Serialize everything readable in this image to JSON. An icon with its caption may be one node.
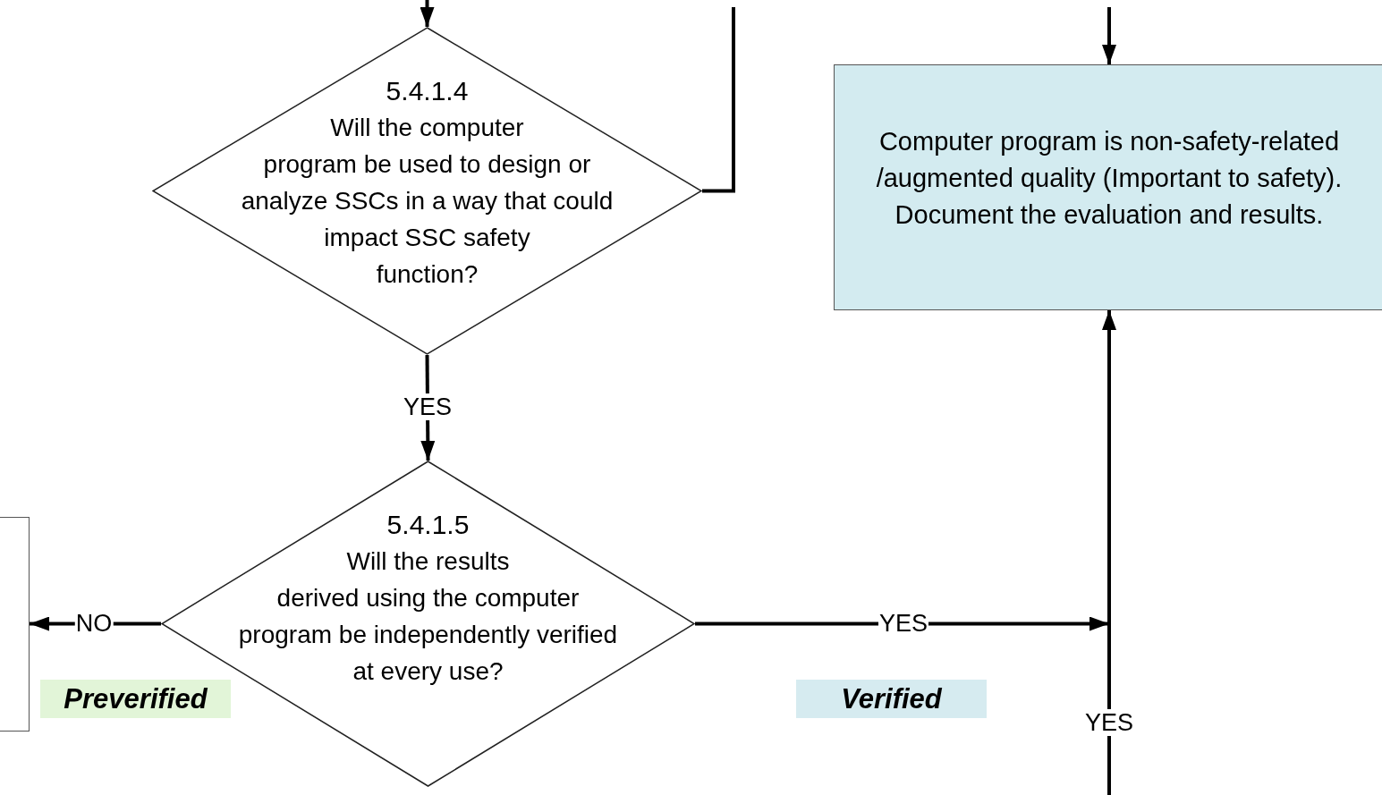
{
  "diagram": {
    "nodes": [
      {
        "text": [
          "5.4.1.4",
          "Will the computer program be used to design or analyze SSCs in a way that could impact SSC safety function?"
        ]
      },
      {
        "text": [
          "Computer program is non-safety-related /augmented quality (Important to safety). Document the evaluation and results."
        ]
      },
      {
        "text": [
          "5.4.1.5",
          "Will the results derived using the computer program be independently verified at every use?"
        ]
      },
      {
        "text": [
          "Preverified"
        ]
      },
      {
        "text": [
          "Verified"
        ]
      },
      {
        "text": [],
        "shape": "box"
      }
    ],
    "edges": [
      {
        "from": null,
        "to": 0,
        "arrow": "to"
      },
      {
        "from": 0,
        "to": null,
        "arrow": "none"
      },
      {
        "from": null,
        "to": 1,
        "arrow": "to"
      },
      {
        "from": 0,
        "to": 2,
        "label": "YES",
        "arrow": "to"
      },
      {
        "from": 2,
        "to": 5,
        "label": "NO",
        "arrow": "to"
      },
      {
        "from": 2,
        "to": 1,
        "label": "YES",
        "arrow": "to"
      },
      {
        "from": null,
        "to": 1,
        "label": "YES",
        "arrow": "to"
      }
    ]
  }
}
